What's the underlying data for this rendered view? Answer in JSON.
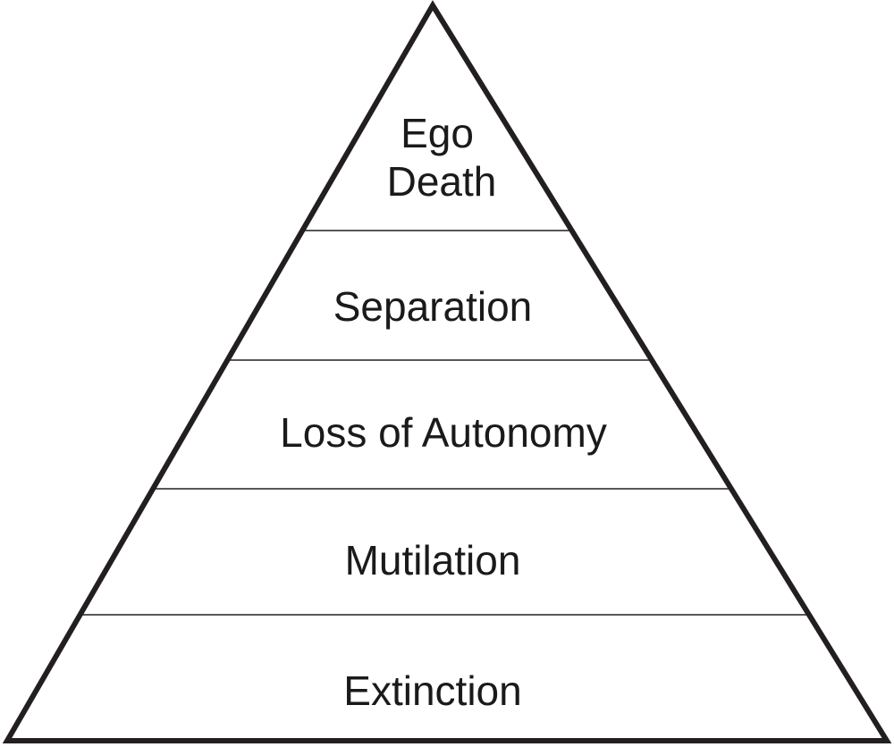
{
  "diagram": {
    "type": "pyramid",
    "levels_top_to_bottom": [
      {
        "lines": [
          "Ego",
          "Death"
        ]
      },
      {
        "lines": [
          "Separation"
        ]
      },
      {
        "lines": [
          "Loss of Autonomy"
        ]
      },
      {
        "lines": [
          "Mutilation"
        ]
      },
      {
        "lines": [
          "Extinction"
        ]
      }
    ],
    "colors": {
      "fill": "#ffffff",
      "stroke": "#231f20",
      "text": "#1a1a1a"
    }
  }
}
